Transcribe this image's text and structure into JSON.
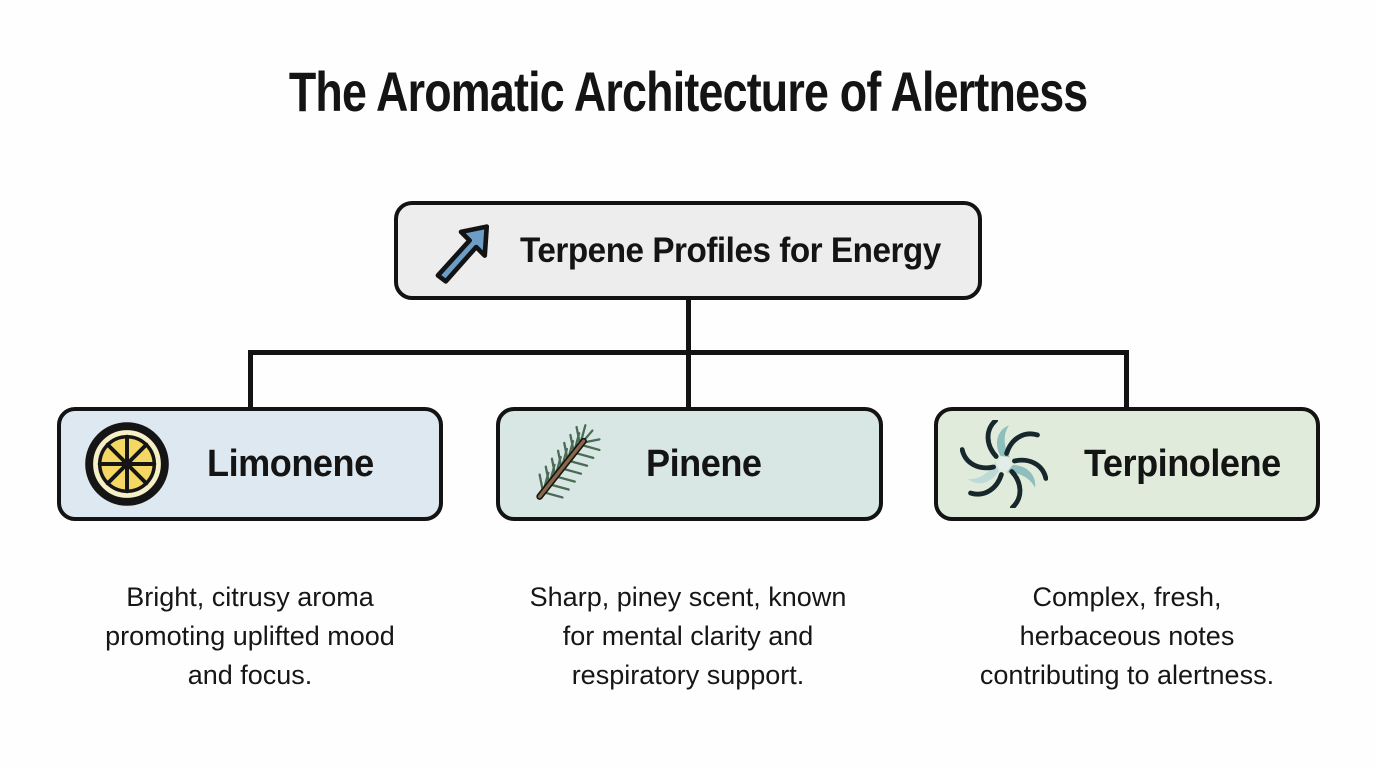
{
  "title": "The Aromatic Architecture of Alertness",
  "root_node": {
    "label": "Terpene Profiles for Energy",
    "icon": "trending-up-arrow-icon",
    "fill": "#ededed",
    "border_color": "#131313",
    "arrow_color": "#6b9dc6"
  },
  "nodes": [
    {
      "label": "Limonene",
      "icon": "citrus-slice-icon",
      "fill": "#dde8f1",
      "icon_colors": {
        "rim": "#f7f0c6",
        "pulp": "#f5d763",
        "outline": "#151515"
      },
      "description": "Bright, citrusy aroma\npromoting uplifted mood\nand focus."
    },
    {
      "label": "Pinene",
      "icon": "pine-branch-icon",
      "fill": "#d8e7e3",
      "icon_colors": {
        "needles": "#4a6b55",
        "stem": "#8a6748",
        "outline": "#151515"
      },
      "description": "Sharp, piney scent, known\nfor mental clarity and\nrespiratory support."
    },
    {
      "label": "Terpinolene",
      "icon": "swirl-icon",
      "fill": "#e0ebdb",
      "icon_colors": {
        "arms": "#16282b",
        "teal": "#8ebfbc",
        "light_teal": "#bedad8"
      },
      "description": "Complex, fresh,\nherbaceous notes\ncontributing to alertness."
    }
  ],
  "connector_color": "#131313",
  "background_color": "#fefefe",
  "text_color": "#141414"
}
